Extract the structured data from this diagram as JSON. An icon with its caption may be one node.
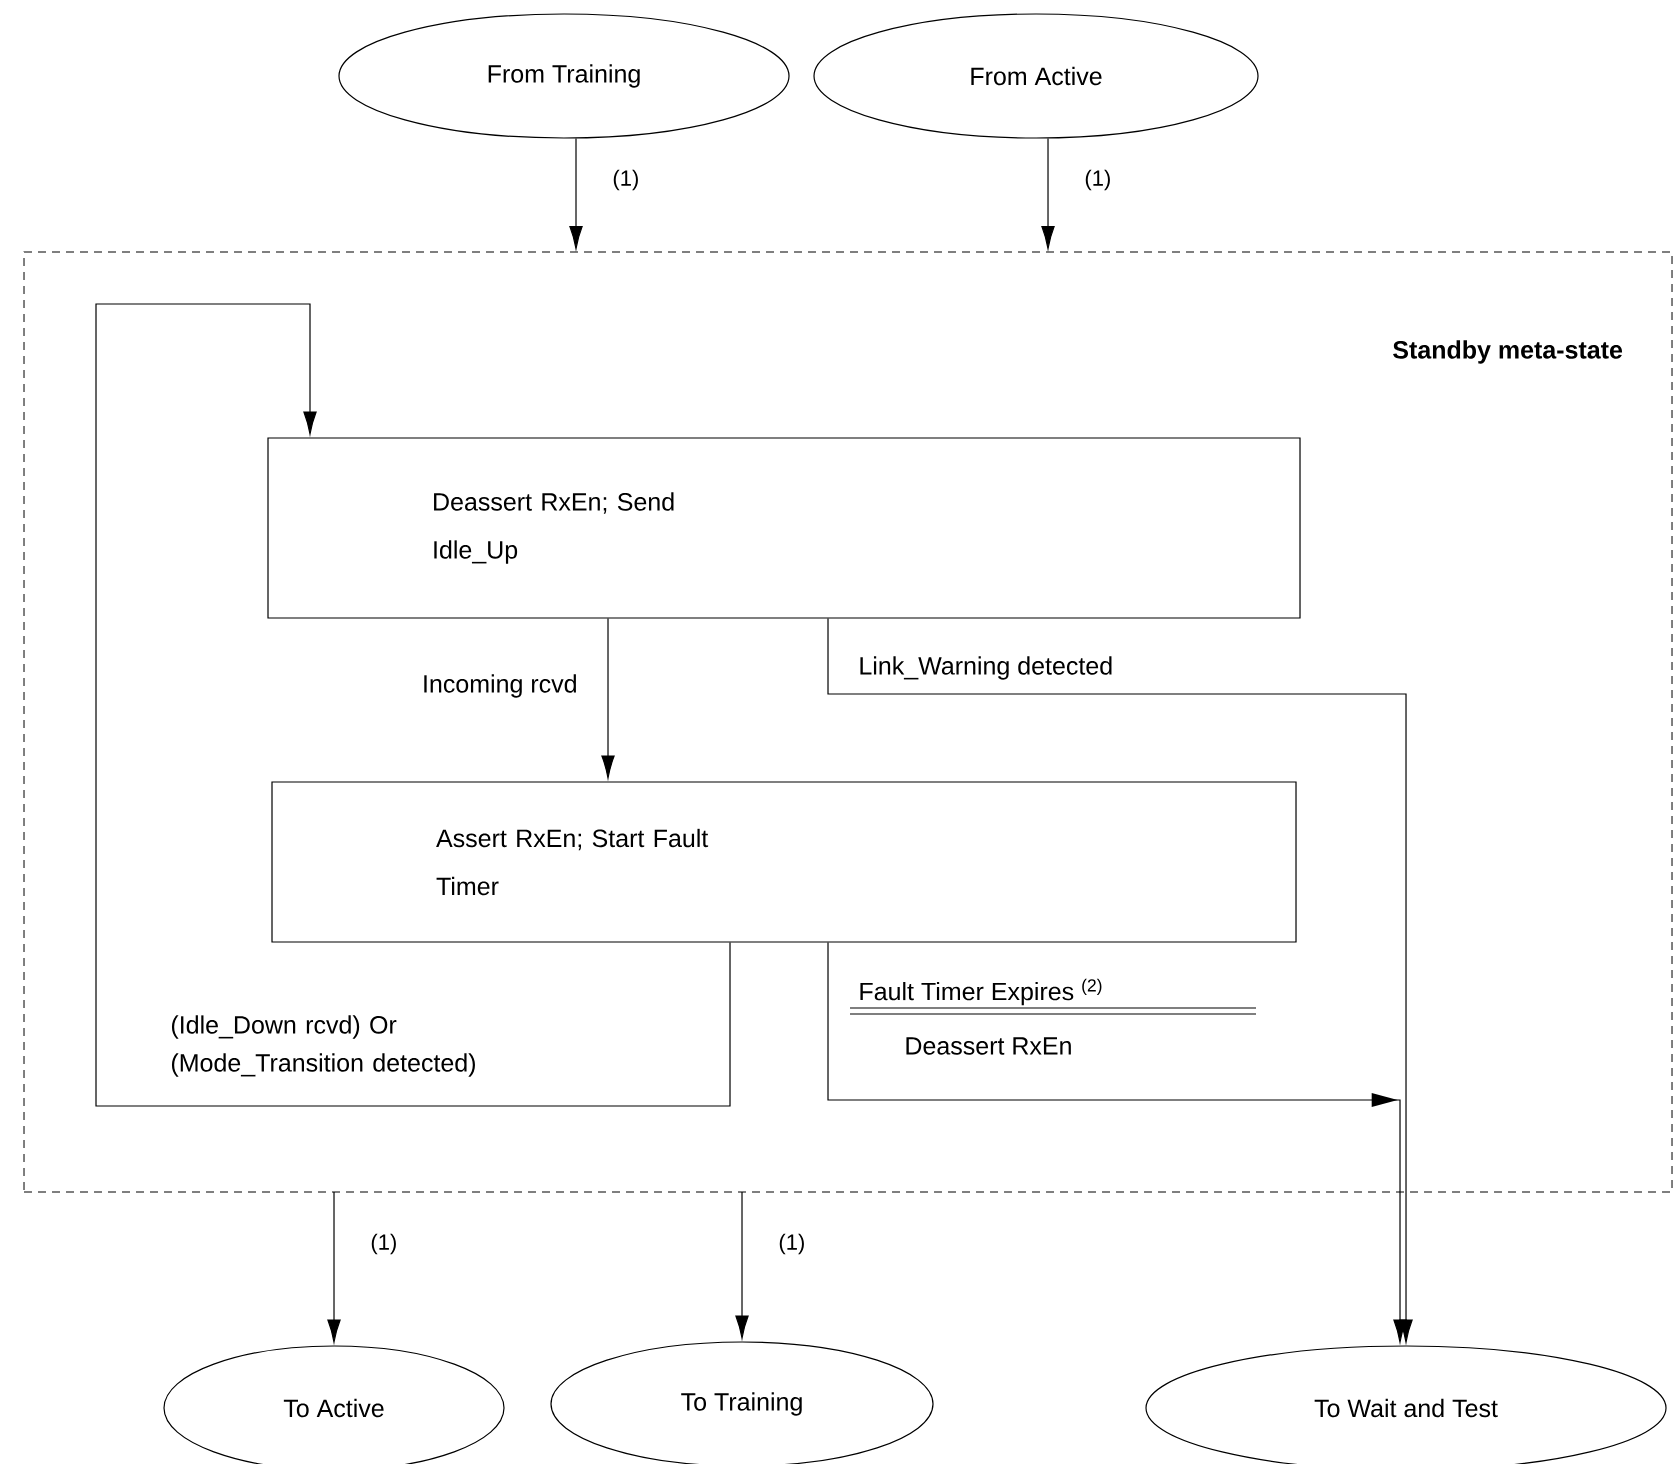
{
  "diagram": {
    "nodes": [
      {
        "text": [
          "From Training"
        ]
      },
      {
        "text": [
          "From Active"
        ]
      },
      {
        "text": [
          "Standby meta-state"
        ]
      },
      {
        "text": [
          "Deassert RxEn; Send Idle_Up"
        ],
        "in": 2
      },
      {
        "text": [
          "Assert RxEn; Start Fault Timer"
        ],
        "in": 2
      },
      {
        "text": [
          "To Active"
        ]
      },
      {
        "text": [
          "To Training"
        ]
      },
      {
        "text": [
          "To Wait and Test"
        ]
      }
    ],
    "edges": [
      {
        "from": 0,
        "to": 2,
        "arrow": "to",
        "label": "(1)"
      },
      {
        "from": 1,
        "to": 2,
        "arrow": "to",
        "label": "(1)"
      },
      {
        "from": 3,
        "to": 4,
        "arrow": "to",
        "label": "Incoming rcvd"
      },
      {
        "from": 3,
        "to": 7,
        "arrow": "to",
        "label": "Link_Warning detected"
      },
      {
        "from": 4,
        "to": 3,
        "arrow": "to",
        "label": "(Idle_Down rcvd) Or (Mode_Transition detected)"
      },
      {
        "from": 4,
        "to": 7,
        "arrow": "to",
        "label": "Fault Timer Expires $^{(2)}$"
      },
      {
        "from": 2,
        "to": 5,
        "arrow": "to",
        "label": "(1)"
      },
      {
        "from": 2,
        "to": 6,
        "arrow": "to",
        "label": "(1)"
      }
    ],
    "labels": [
      "Deassert RxEn"
    ]
  }
}
